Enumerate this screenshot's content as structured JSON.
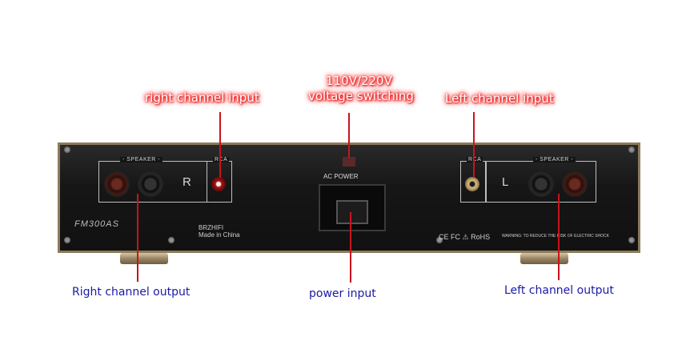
{
  "annotations": {
    "right_channel_input": "right channel input",
    "voltage_line1": "110V/220V",
    "voltage_line2": "voltage switching",
    "left_channel_input": "Left channel input",
    "right_channel_output": "Right channel output",
    "power_input": "power input",
    "left_channel_output": "Left channel output"
  },
  "panel": {
    "speaker_label": "- SPEAKER -",
    "rca_label": "RCA",
    "right_letter": "R",
    "left_letter": "L",
    "ac_power": "AC POWER",
    "model": "FM300AS",
    "brand": "BRZHIFI",
    "made_in": "Made in China",
    "warning": "WARNING: TO REDUCE THE RISK OF ELECTRIC SHOCK",
    "cert_marks": "CE FC ⚠ RoHS"
  },
  "colors": {
    "annotation_red": "#e00000",
    "annotation_blue": "#1a1aa8",
    "chassis": "#151515",
    "trim": "#8c7a5a"
  }
}
